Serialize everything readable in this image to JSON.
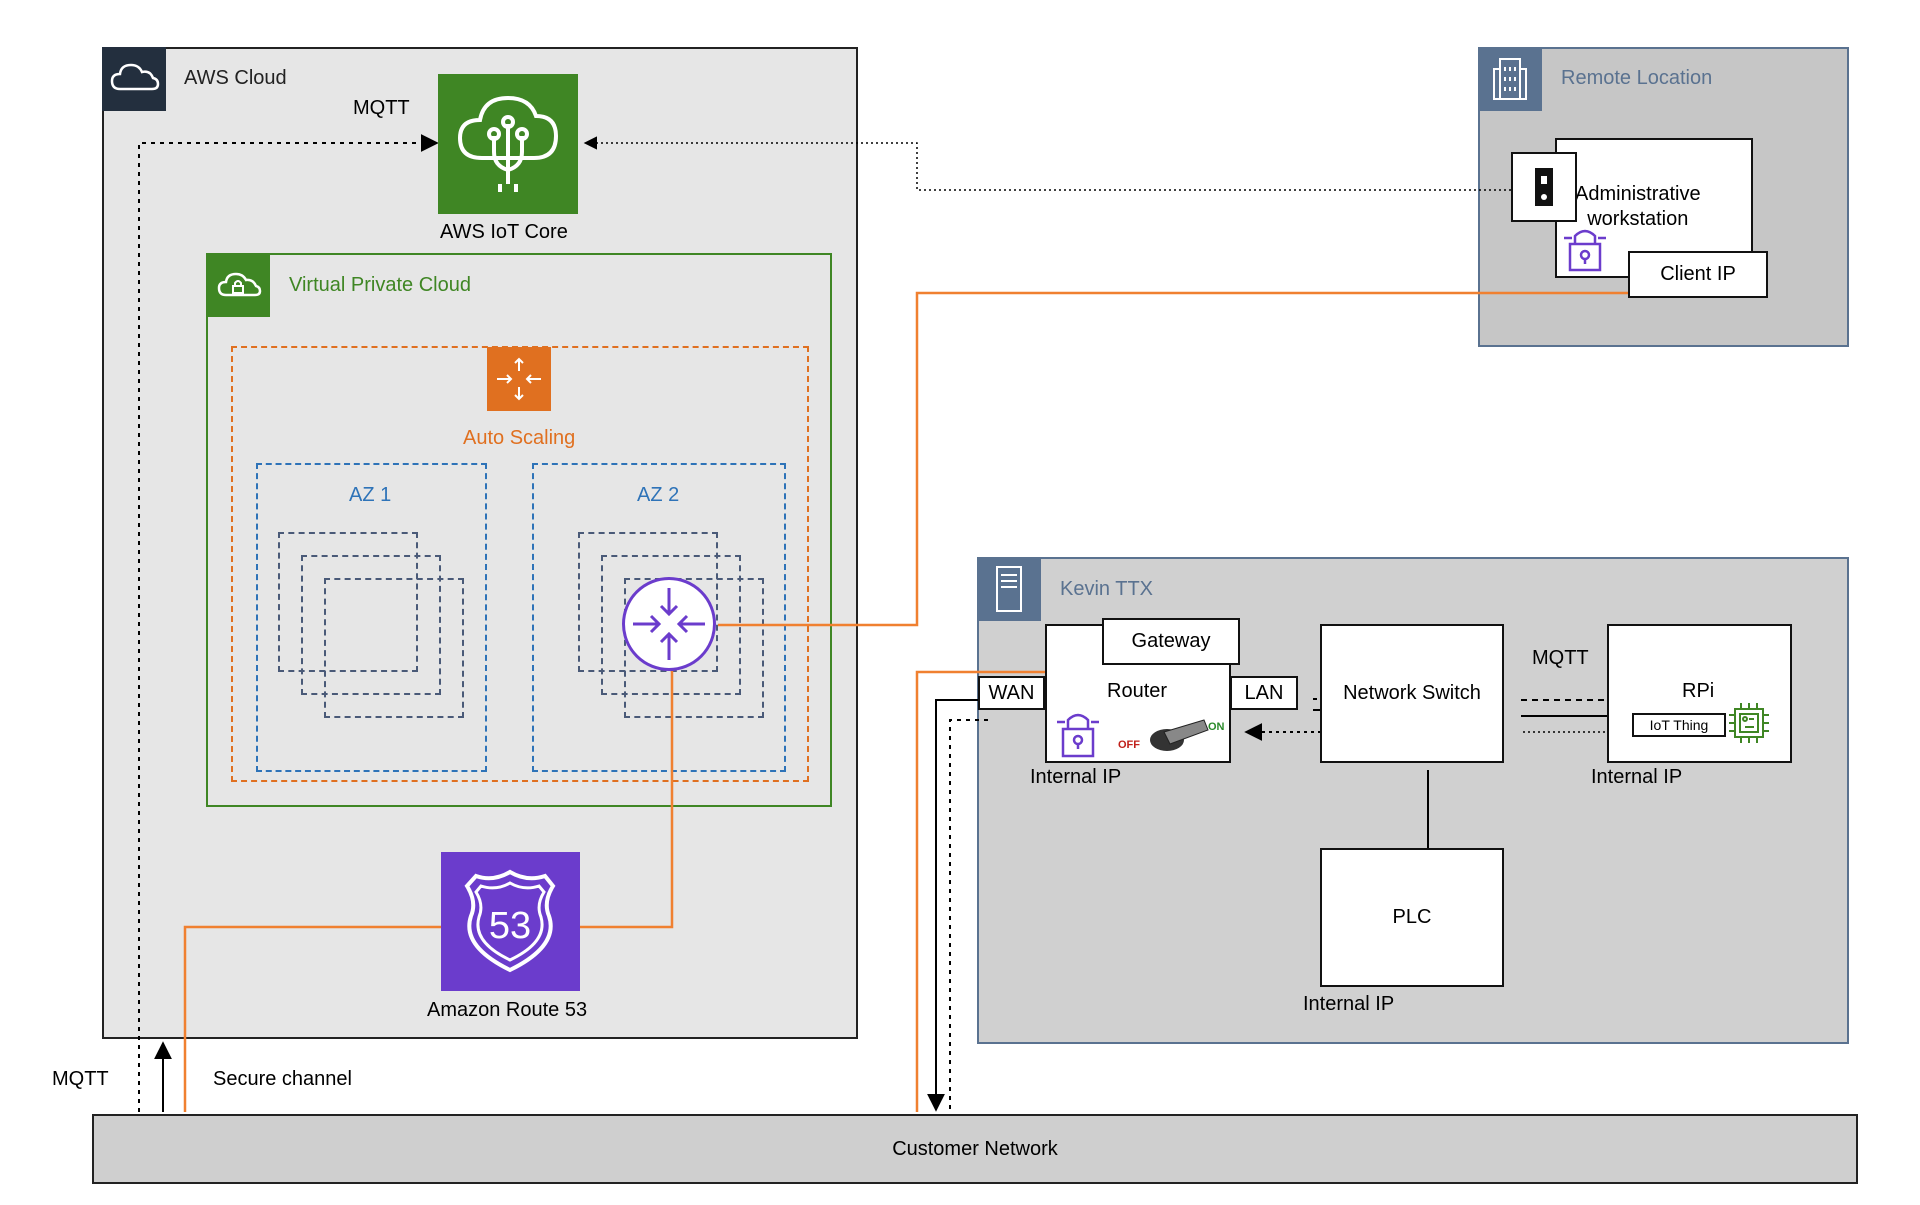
{
  "aws_cloud": {
    "title": "AWS Cloud",
    "icon": "cloud-icon"
  },
  "iot_core": {
    "label": "AWS IoT Core",
    "icon": "iot-core-icon",
    "color": "#3f8624"
  },
  "vpc": {
    "title": "Virtual Private Cloud",
    "icon": "vpc-cloud-lock-icon",
    "color": "#3f8624"
  },
  "auto_scaling": {
    "label": "Auto Scaling",
    "icon": "auto-scaling-icon",
    "color": "#e07020"
  },
  "az1": {
    "label": "AZ 1",
    "color": "#2e73b8"
  },
  "az2": {
    "label": "AZ 2",
    "color": "#2e73b8"
  },
  "vpn_router": {
    "icon": "vpn-router-icon",
    "color": "#6b3ccc"
  },
  "route53": {
    "label": "Amazon Route 53",
    "icon": "route53-shield-icon",
    "badge": "53",
    "color": "#6b3ccc"
  },
  "mqtt_top": "MQTT",
  "mqtt_left": "MQTT",
  "secure_channel": "Secure channel",
  "remote_location": {
    "title": "Remote Location",
    "icon": "building-icon"
  },
  "admin_workstation": {
    "label": "Administrative\nworkstation",
    "client_ip": "Client IP",
    "icons": [
      "usb-key-icon",
      "padlock-icon"
    ]
  },
  "kevin_ttx": {
    "title": "Kevin TTX",
    "icon": "server-icon"
  },
  "gateway": "Gateway",
  "router": {
    "label": "Router",
    "wan": "WAN",
    "lan": "LAN",
    "internal_ip": "Internal IP",
    "switch_off": "OFF",
    "switch_on": "ON"
  },
  "network_switch": "Network Switch",
  "mqtt_right": "MQTT",
  "rpi": {
    "label": "RPi",
    "iot_thing": "IoT Thing",
    "internal_ip": "Internal IP",
    "icon": "chip-icon"
  },
  "plc": {
    "label": "PLC",
    "internal_ip": "Internal IP"
  },
  "customer_network": "Customer Network",
  "colors": {
    "orange_line": "#f08030",
    "panel_gray": "#d0d0d0",
    "cloud_gray": "#e6e6e6",
    "remote_border": "#5a7290"
  }
}
